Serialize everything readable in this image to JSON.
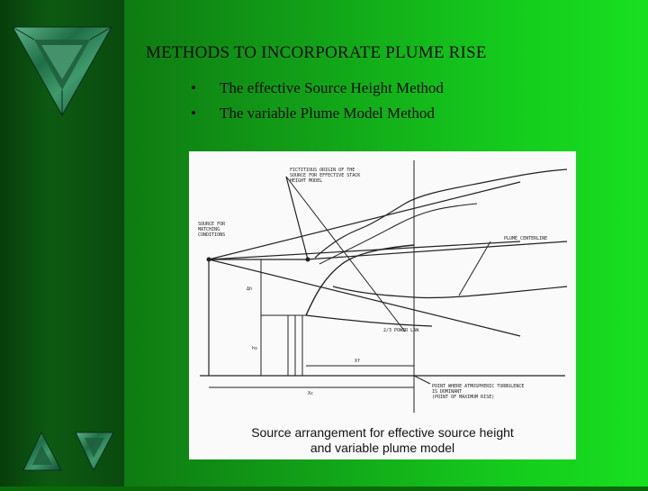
{
  "slide": {
    "title": "METHODS TO INCORPORATE PLUME RISE",
    "bullets": [
      {
        "marker": "•",
        "text": "The effective Source Height Method"
      },
      {
        "marker": "•",
        "text": "The variable Plume Model Method"
      }
    ]
  },
  "figure": {
    "caption_line1": "Source arrangement for effective source height",
    "caption_line2": "and variable plume model",
    "labels": {
      "fictitious_origin": [
        "FICTITIOUS ORIGIN OF THE",
        "SOURCE FOR EFFECTIVE STACK",
        "HEIGHT MODEL"
      ],
      "source_for_matching": [
        "SOURCE FOR",
        "MATCHING",
        "CONDITIONS"
      ],
      "plume_centerline": "PLUME CENTERLINE",
      "power_law": "2/3 POWER LAW",
      "delta_h": "Δh",
      "h_s": "hs",
      "x_f": "Xf",
      "x_c": "Xc",
      "turbulence_note": [
        "POINT WHERE ATMOSPHERIC TURBULENCE",
        "IS DOMINANT",
        "(POINT OF MAXIMUM RISE)"
      ]
    }
  },
  "decorations": {
    "top_icon": "triangle-logo-icon",
    "bottom_icons": [
      "triangle-up-icon",
      "triangle-down-icon"
    ],
    "colors": {
      "sidebar": "#0a4a0e",
      "main_green": "#14c81c",
      "marble": "#2f8a5a"
    }
  }
}
